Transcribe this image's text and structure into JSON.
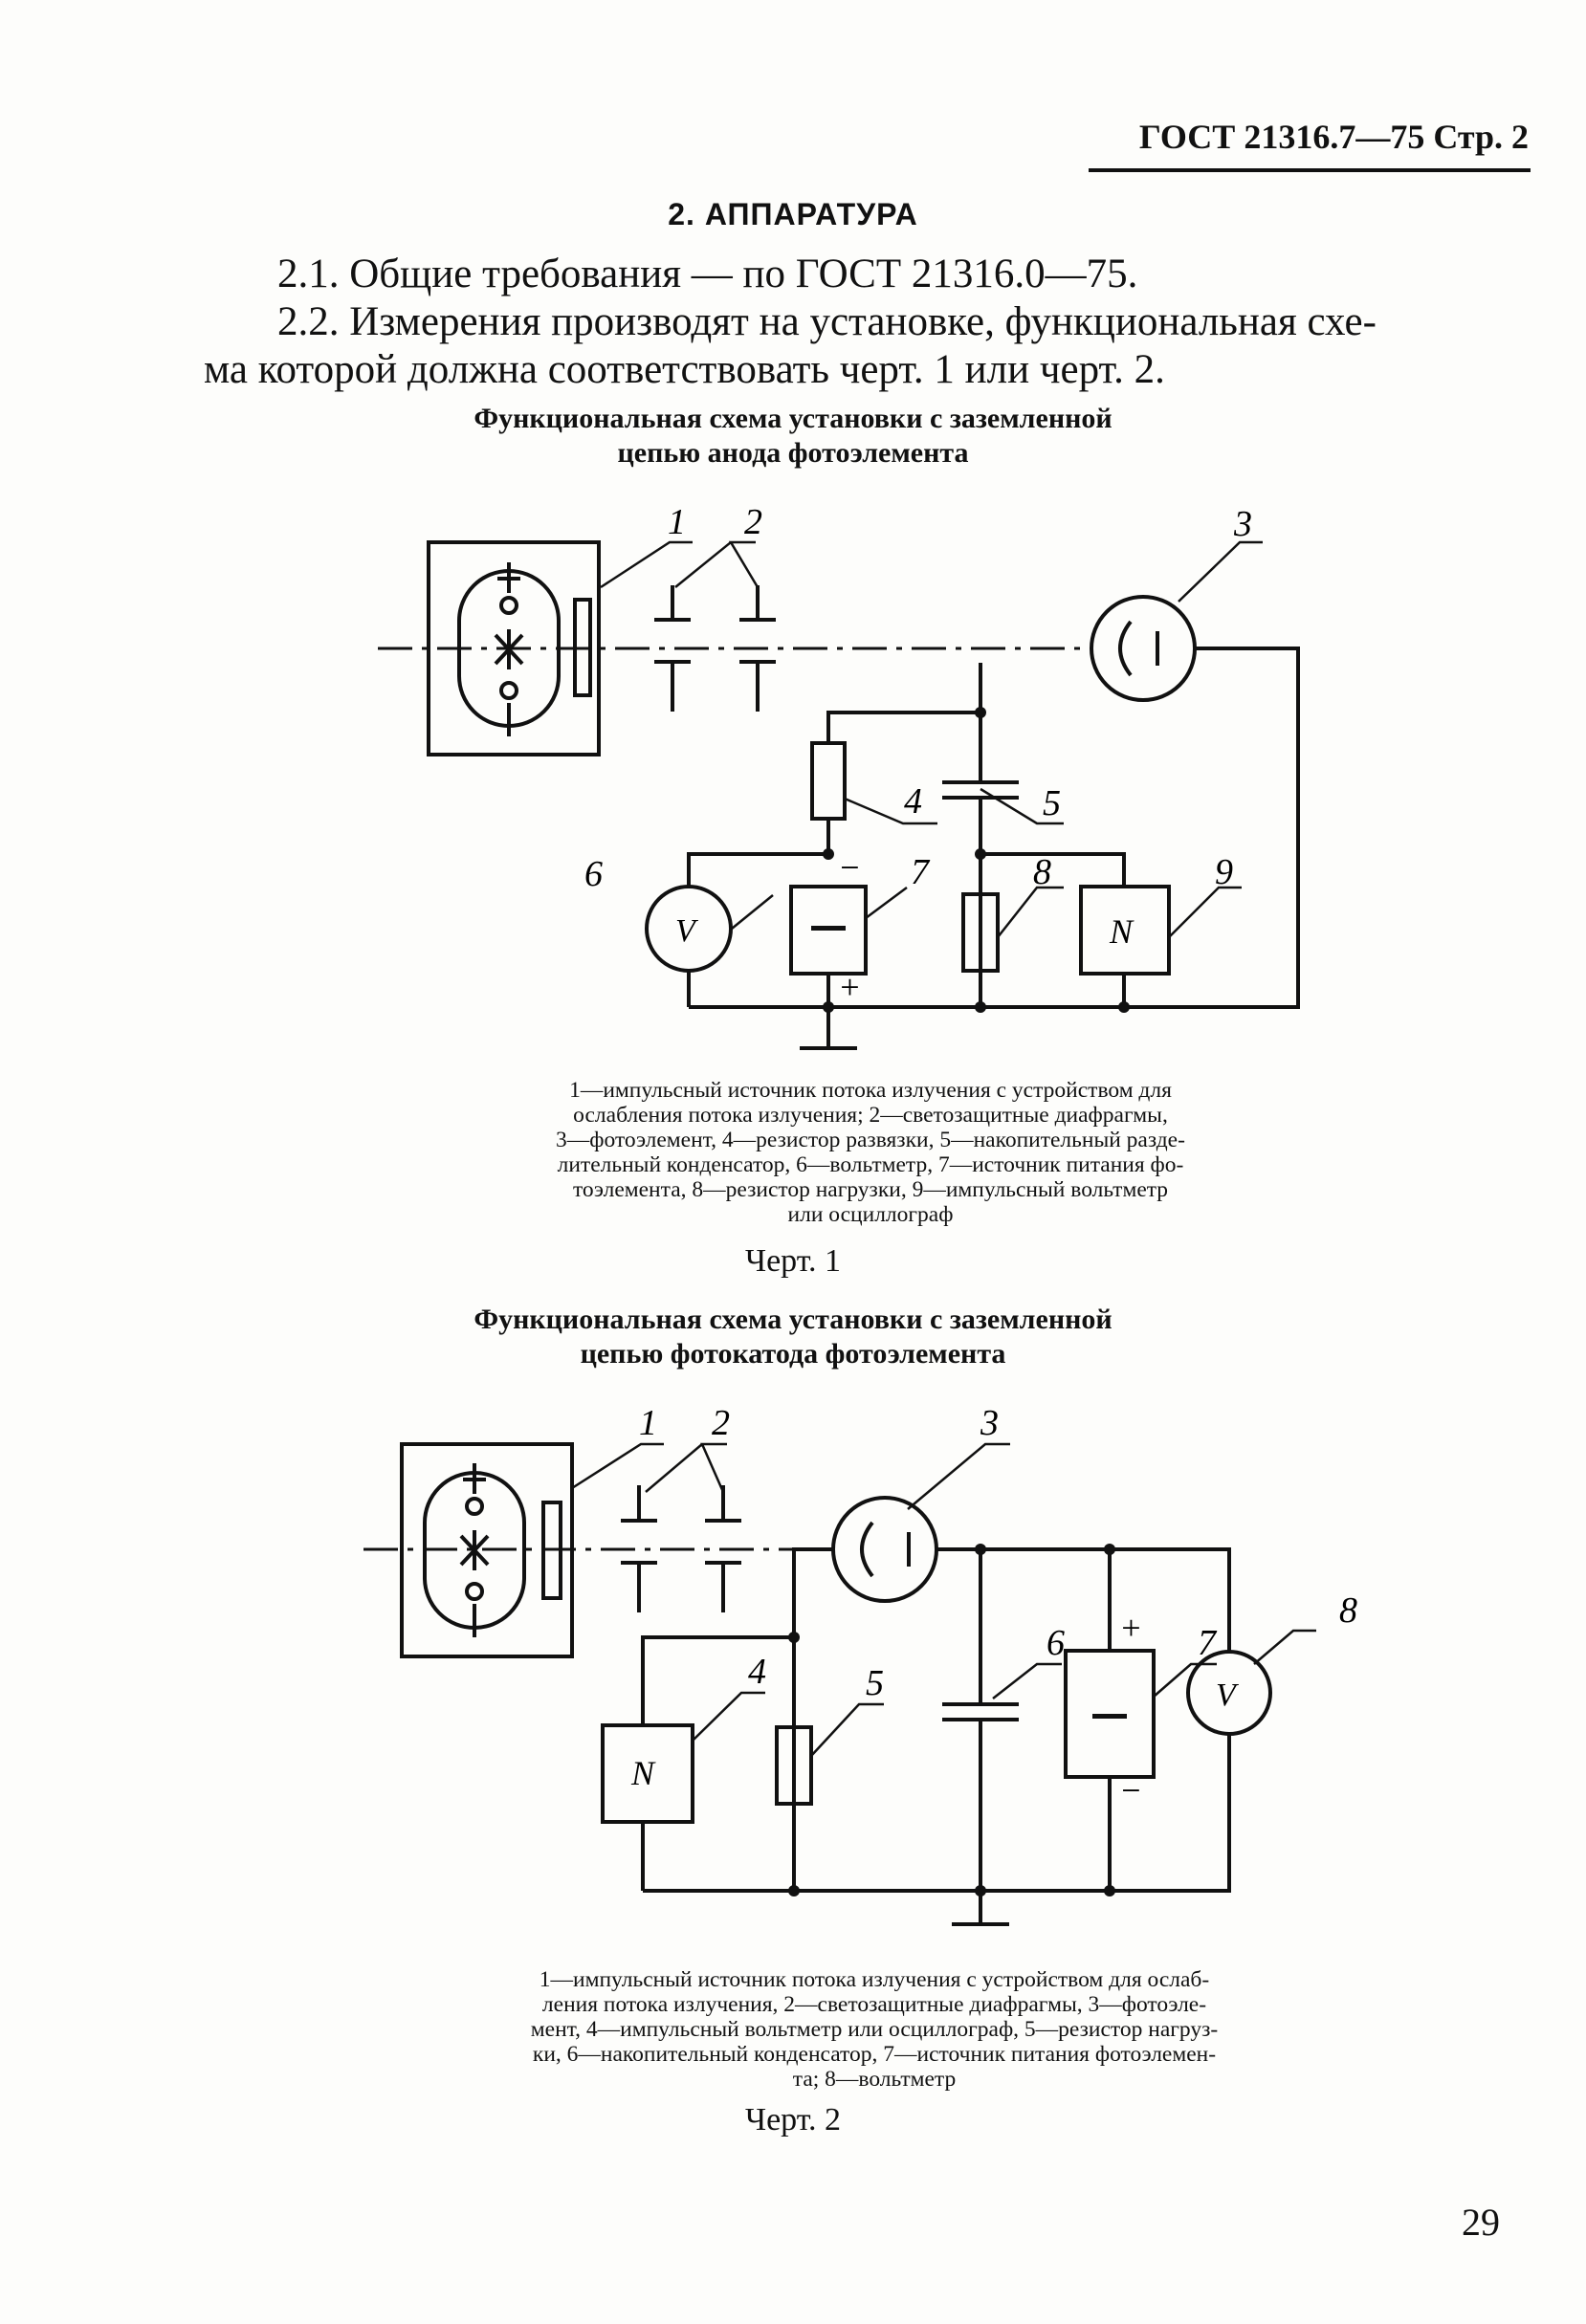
{
  "header": {
    "text": "ГОСТ 21316.7—75 Стр. 2"
  },
  "section": {
    "title": "2. АППАРАТУРА"
  },
  "paragraphs": {
    "p1": "2.1. Общие требования — по ГОСТ 21316.0—75.",
    "p2_line1": "2.2. Измерения производят на установке, функциональная схе-",
    "p2_line2": "ма которой должна соответствовать черт. 1 или черт. 2."
  },
  "figure1": {
    "title_line1": "Функциональная схема установки с заземленной",
    "title_line2": "цепью анода фотоэлемента",
    "labels": {
      "n1": "1",
      "n2": "2",
      "n3": "3",
      "n4": "4",
      "n5": "5",
      "n6": "6",
      "n7": "7",
      "n8": "8",
      "n9": "9",
      "volt": "V",
      "pulse": "N",
      "minus": "−",
      "plus": "+"
    },
    "caption_lines": [
      "1—импульсный источник потока излучения с устройством для",
      "ослабления потока излучения; 2—светозащитные диафрагмы,",
      "3—фотоэлемент, 4—резистор развязки, 5—накопительный разде-",
      "лительный конденсатор, 6—вольтметр, 7—источник питания фо-",
      "тоэлемента, 8—резистор нагрузки, 9—импульсный вольтметр",
      "или осциллограф"
    ],
    "label": "Черт. 1"
  },
  "figure2": {
    "title_line1": "Функциональная схема установки с заземленной",
    "title_line2": "цепью фотокатода фотоэлемента",
    "labels": {
      "n1": "1",
      "n2": "2",
      "n3": "3",
      "n4": "4",
      "n5": "5",
      "n6": "6",
      "n7": "7",
      "n8": "8",
      "volt": "V",
      "pulse": "N",
      "minus": "−",
      "plus": "+"
    },
    "caption_lines": [
      "1—импульсный источник потока излучения с устройством для ослаб-",
      "ления потока излучения, 2—светозащитные диафрагмы, 3—фотоэле-",
      "мент, 4—импульсный вольтметр или осциллограф, 5—резистор нагруз-",
      "ки, 6—накопительный конденсатор, 7—источник питания фотоэлемен-",
      "та; 8—вольтметр"
    ],
    "label": "Черт. 2"
  },
  "page_number": "29"
}
